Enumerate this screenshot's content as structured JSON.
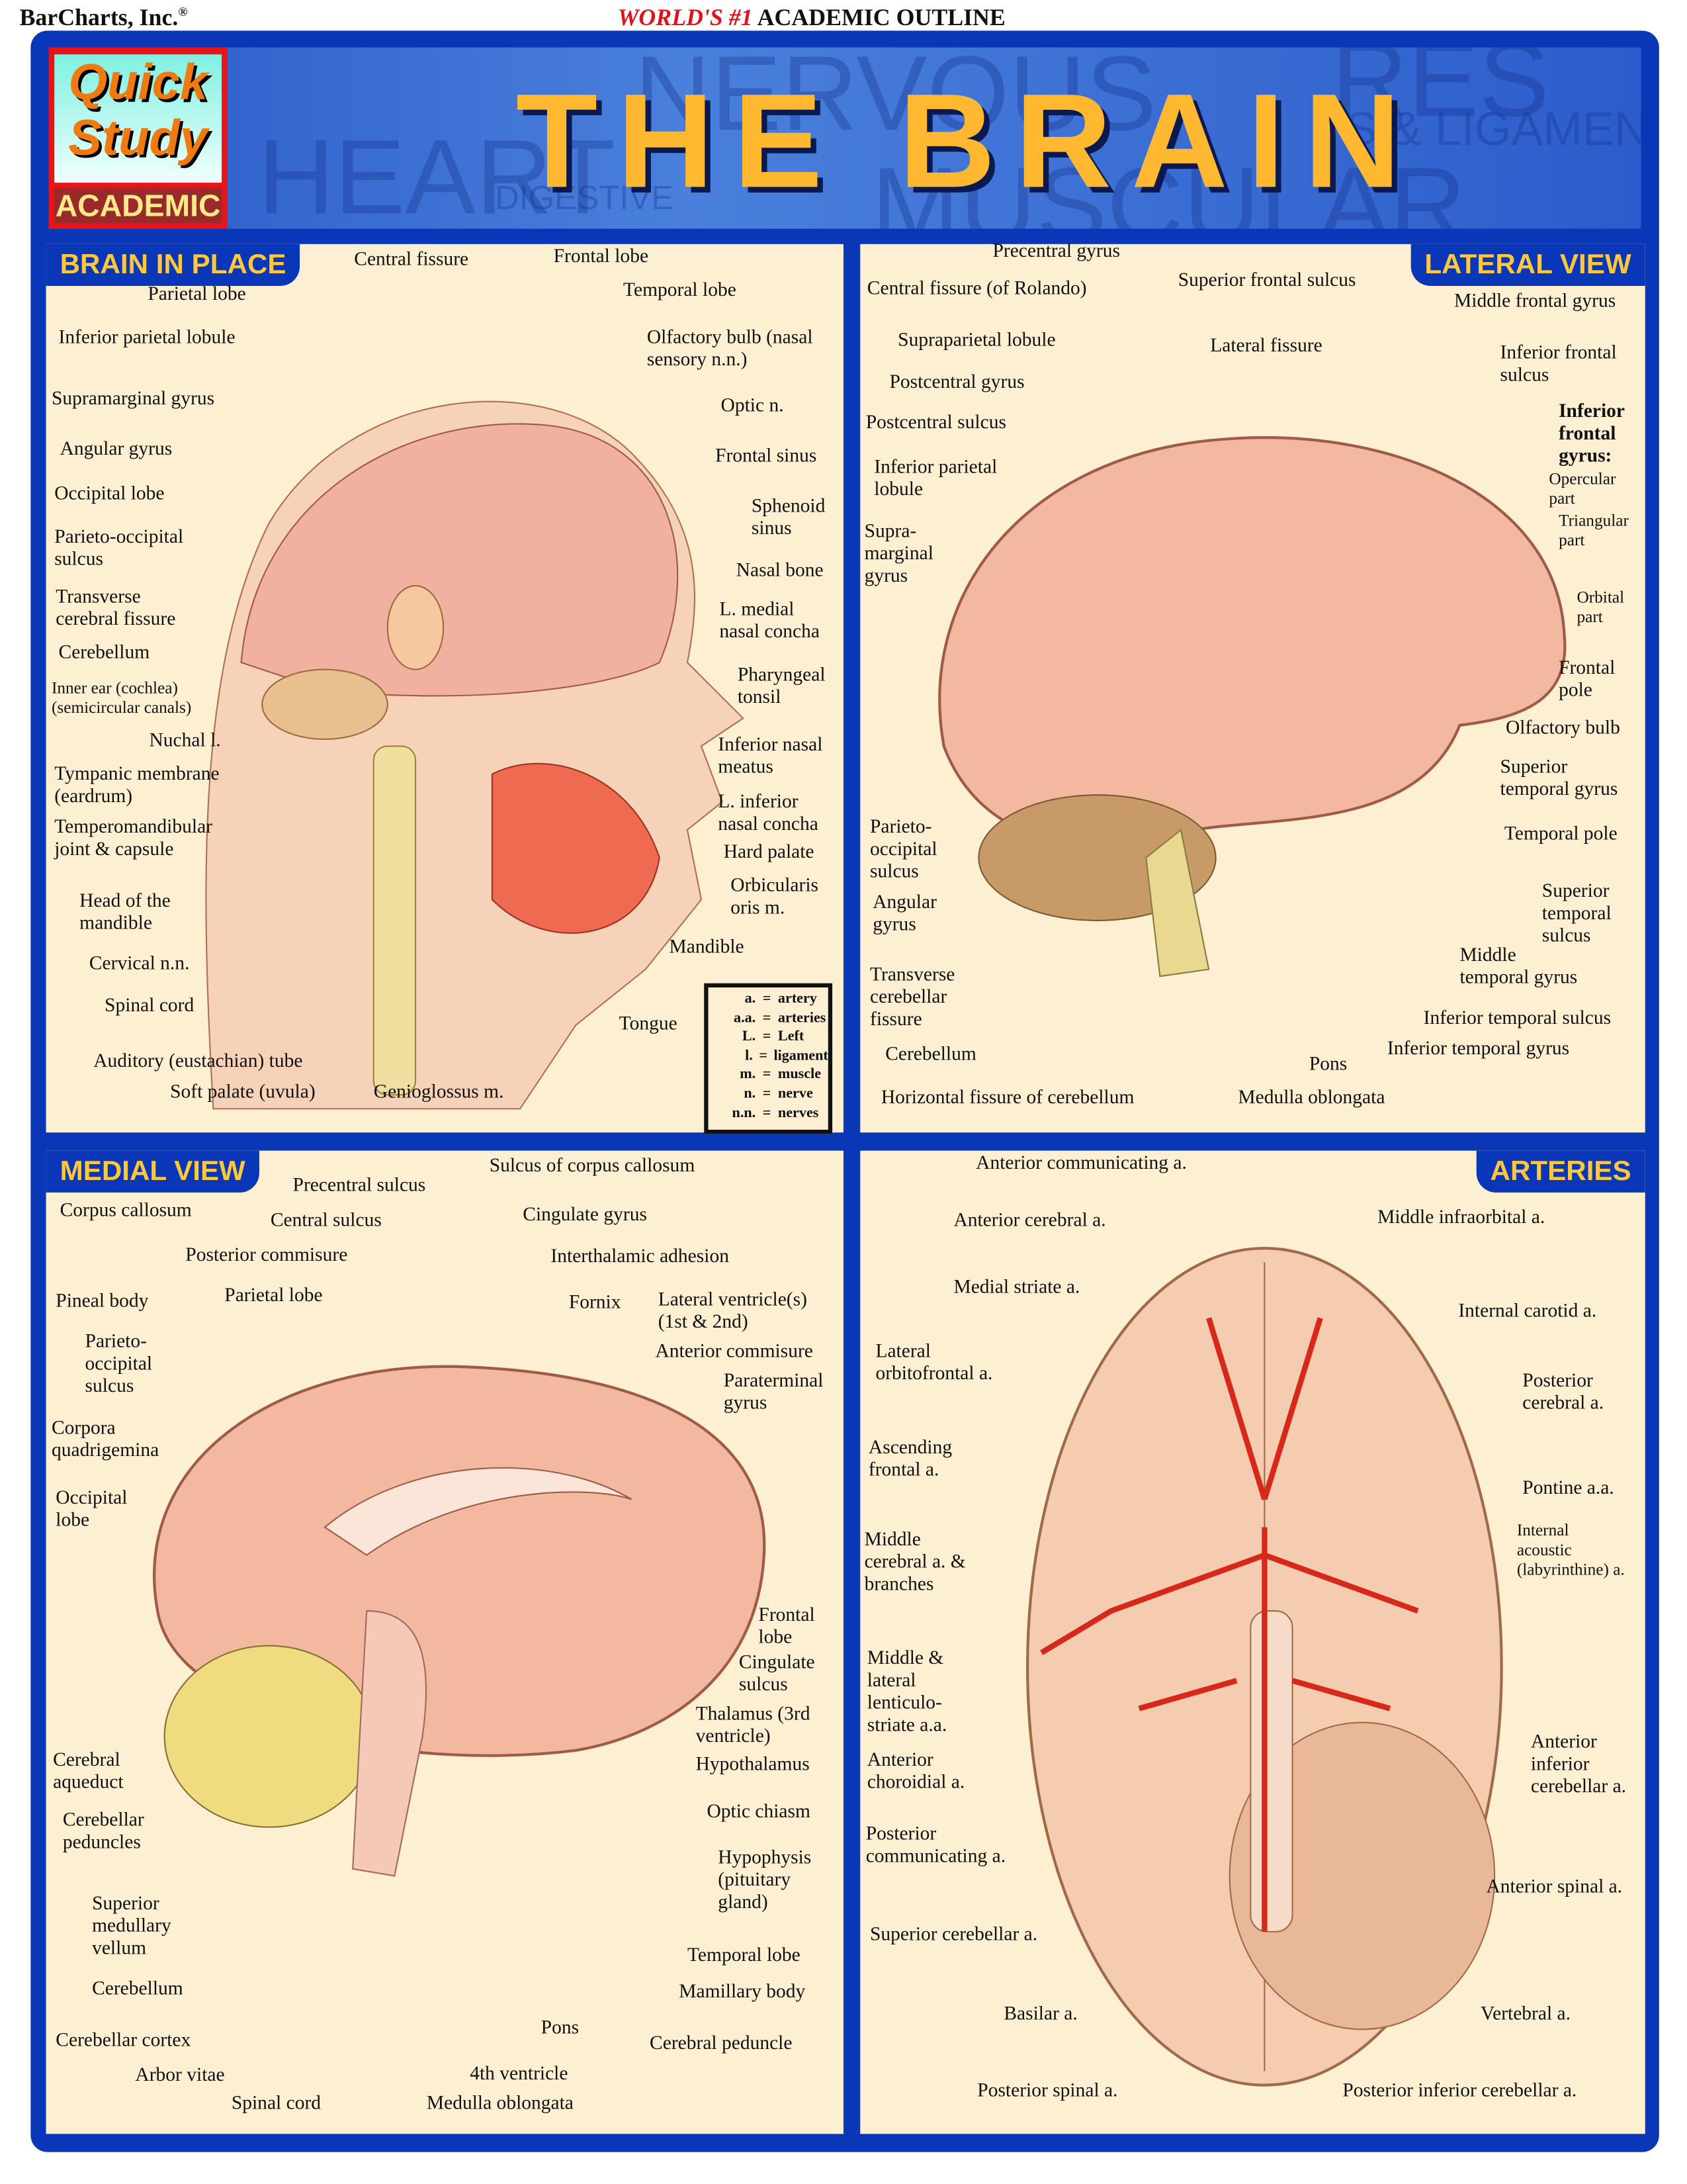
{
  "header": {
    "publisher": "BarCharts, Inc.",
    "publisher_mark": "®",
    "tagline_highlight": "WORLD'S #1",
    "tagline_rest": "ACADEMIC OUTLINE",
    "logo_quick": "Quick",
    "logo_study": "Study",
    "logo_academic": "ACADEMIC",
    "title": "THE BRAIN",
    "background_words": [
      "HEART",
      "NERVOUS",
      "DIGESTIVE",
      "MUSCULAR",
      "RES",
      "S & LIGAMEN"
    ]
  },
  "panels": {
    "brain_in_place": {
      "title": "BRAIN IN PLACE",
      "labels": [
        "Central fissure",
        "Frontal lobe",
        "Parietal lobe",
        "Temporal lobe",
        "Inferior parietal lobule",
        "Olfactory bulb (nasal\nsensory n.n.)",
        "Supramarginal gyrus",
        "Optic n.",
        "Angular gyrus",
        "Frontal sinus",
        "Occipital lobe",
        "Sphenoid\nsinus",
        "Parieto-occipital\nsulcus",
        "Nasal bone",
        "Transverse\ncerebral fissure",
        "L. medial\nnasal concha",
        "Cerebellum",
        "Pharyngeal\ntonsil",
        "Inner ear (cochlea)\n(semicircular canals)",
        "Inferior nasal\nmeatus",
        "Nuchal l.",
        "Tympanic membrane\n(eardrum)",
        "L. inferior\nnasal concha",
        "Temperomandibular\njoint & capsule",
        "Hard palate",
        "Orbicularis\noris m.",
        "Head of the\nmandible",
        "Mandible",
        "Cervical n.n.",
        "Spinal cord",
        "Tongue",
        "Auditory (eustachian) tube",
        "Soft palate (uvula)",
        "Genioglossus m."
      ],
      "legend": [
        {
          "abbr": "a.",
          "meaning": "artery"
        },
        {
          "abbr": "a.a.",
          "meaning": "arteries"
        },
        {
          "abbr": "L.",
          "meaning": "Left"
        },
        {
          "abbr": "l.",
          "meaning": "ligament"
        },
        {
          "abbr": "m.",
          "meaning": "muscle"
        },
        {
          "abbr": "n.",
          "meaning": "nerve"
        },
        {
          "abbr": "n.n.",
          "meaning": "nerves"
        }
      ]
    },
    "lateral_view": {
      "title": "LATERAL VIEW",
      "labels": [
        "Precentral gyrus",
        "Central fissure (of Rolando)",
        "Superior frontal sulcus",
        "Middle frontal gyrus",
        "Supraparietal lobule",
        "Lateral fissure",
        "Inferior frontal\nsulcus",
        "Postcentral gyrus",
        "Inferior\nfrontal\ngyrus:",
        "Postcentral sulcus",
        "Inferior parietal\nlobule",
        "Opercular\npart",
        "Triangular\npart",
        "Supra-\nmarginal\ngyrus",
        "Orbital\npart",
        "Frontal\npole",
        "Olfactory bulb",
        "Superior\ntemporal gyrus",
        "Temporal pole",
        "Parieto-\noccipital\nsulcus",
        "Superior\ntemporal\nsulcus",
        "Angular\ngyrus",
        "Middle\ntemporal gyrus",
        "Transverse\ncerebellar\nfissure",
        "Inferior temporal sulcus",
        "Cerebellum",
        "Inferior temporal gyrus",
        "Pons",
        "Horizontal fissure of cerebellum",
        "Medulla oblongata"
      ]
    },
    "medial_view": {
      "title": "MEDIAL VIEW",
      "labels": [
        "Sulcus of corpus callosum",
        "Precentral sulcus",
        "Corpus callosum",
        "Central sulcus",
        "Cingulate gyrus",
        "Posterior commisure",
        "Interthalamic adhesion",
        "Parietal lobe",
        "Pineal body",
        "Fornix",
        "Lateral ventricle(s)\n(1st & 2nd)",
        "Parieto-\noccipital\nsulcus",
        "Anterior commisure",
        "Paraterminal\ngyrus",
        "Corpora\nquadrigemina",
        "Occipital\nlobe",
        "Frontal\nlobe",
        "Cingulate\nsulcus",
        "Thalamus (3rd\nventricle)",
        "Cerebral\naqueduct",
        "Hypothalamus",
        "Cerebellar\npeduncles",
        "Optic chiasm",
        "Hypophysis\n(pituitary\ngland)",
        "Superior\nmedullary\nvellum",
        "Temporal lobe",
        "Cerebellum",
        "Mamillary body",
        "Pons",
        "Cerebellar cortex",
        "Cerebral peduncle",
        "Arbor vitae",
        "4th ventricle",
        "Spinal cord",
        "Medulla oblongata"
      ]
    },
    "arteries": {
      "title": "ARTERIES",
      "labels": [
        "Anterior communicating a.",
        "Anterior cerebral a.",
        "Middle infraorbital a.",
        "Medial striate a.",
        "Internal carotid a.",
        "Lateral\norbitofrontal a.",
        "Posterior\ncerebral a.",
        "Ascending\nfrontal a.",
        "Pontine a.a.",
        "Middle\ncerebral a. &\nbranches",
        "Internal\nacoustic\n(labyrinthine) a.",
        "Middle &\nlateral\nlenticulo-\nstriate a.a.",
        "Anterior\nchoroidial a.",
        "Anterior\ninferior\ncerebellar a.",
        "Posterior\ncommunicating a.",
        "Anterior spinal a.",
        "Superior cerebellar a.",
        "Basilar a.",
        "Vertebral a.",
        "Posterior spinal a.",
        "Posterior inferior cerebellar a."
      ]
    }
  },
  "colors": {
    "frame": "#0a36b8",
    "tab_text": "#ffc83a",
    "panel_bg": "#fdf0d2",
    "title": "#ffb830",
    "brain": "#f2b8a0",
    "artery": "#d8281c"
  }
}
